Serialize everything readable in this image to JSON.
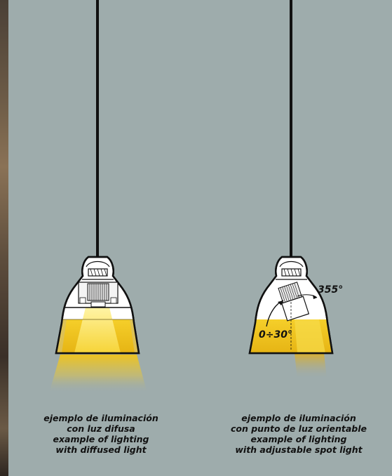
{
  "diagrams": [
    {
      "caption_lines": [
        "ejemplo de iluminación",
        "con luz difusa",
        "example of lighting",
        "with diffused light"
      ]
    },
    {
      "caption_lines": [
        "ejemplo de iluminación",
        "con punto de luz orientable",
        "example of lighting",
        "with adjustable spot light"
      ],
      "rotation_label": "355°",
      "tilt_label": "0÷30°"
    }
  ],
  "colors": {
    "background": "#9eacac",
    "light_yellow": "#f2c418",
    "lamp_outline": "#111111"
  }
}
